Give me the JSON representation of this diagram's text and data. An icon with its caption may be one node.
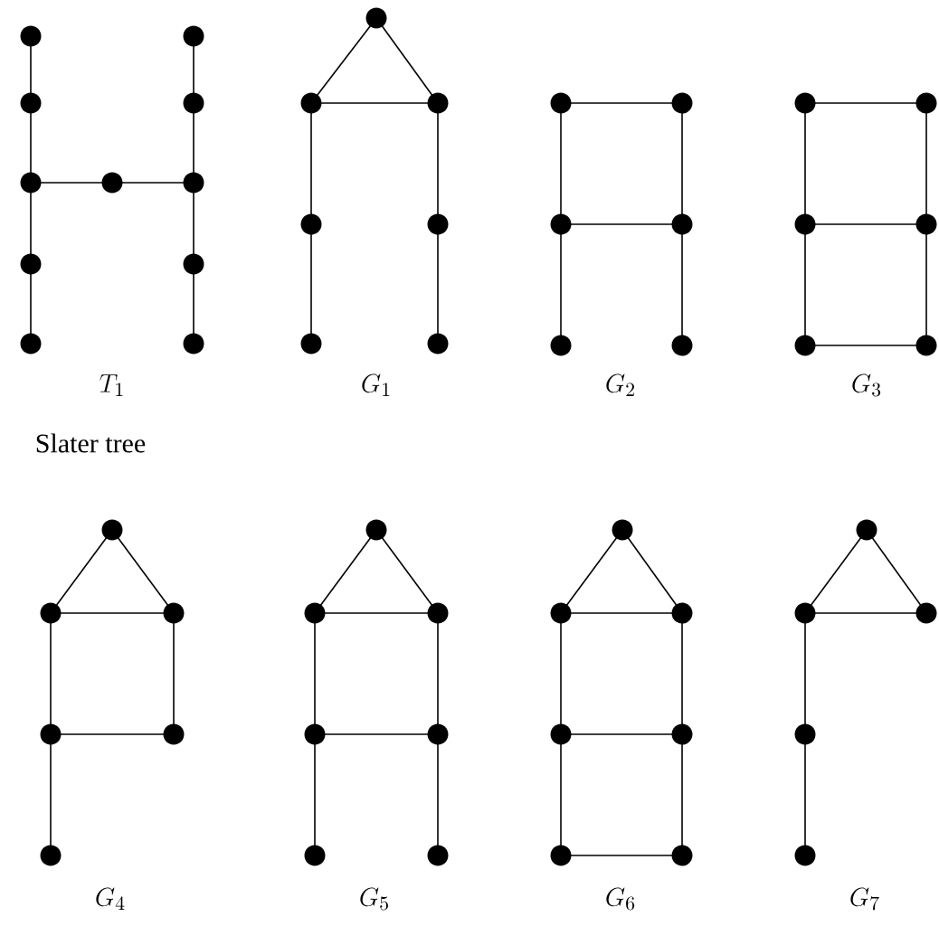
{
  "diagram": {
    "nodes": [
      {
        "text": [],
        "shape": "circle"
      },
      {
        "text": [],
        "shape": "circle"
      },
      {
        "text": [],
        "shape": "circle"
      },
      {
        "text": [],
        "shape": "circle"
      },
      {
        "text": [],
        "shape": "circle"
      },
      {
        "text": [],
        "shape": "circle"
      },
      {
        "text": [],
        "shape": "circle"
      },
      {
        "text": [],
        "shape": "circle"
      },
      {
        "text": [],
        "shape": "circle"
      },
      {
        "text": [],
        "shape": "circle"
      },
      {
        "text": [],
        "shape": "circle"
      },
      {
        "text": [],
        "shape": "circle"
      },
      {
        "text": [],
        "shape": "circle"
      },
      {
        "text": [],
        "shape": "circle"
      },
      {
        "text": [],
        "shape": "circle"
      },
      {
        "text": [],
        "shape": "circle"
      },
      {
        "text": [],
        "shape": "circle"
      },
      {
        "text": [],
        "shape": "circle"
      },
      {
        "text": [],
        "shape": "circle"
      },
      {
        "text": [],
        "shape": "circle"
      },
      {
        "text": [],
        "shape": "circle"
      },
      {
        "text": [],
        "shape": "circle"
      },
      {
        "text": [],
        "shape": "circle"
      },
      {
        "text": [],
        "shape": "circle"
      },
      {
        "text": [],
        "shape": "circle"
      },
      {
        "text": [],
        "shape": "circle"
      },
      {
        "text": [],
        "shape": "circle"
      },
      {
        "text": [],
        "shape": "circle"
      },
      {
        "text": [],
        "shape": "circle"
      },
      {
        "text": [],
        "shape": "circle"
      },
      {
        "text": [],
        "shape": "circle"
      },
      {
        "text": [],
        "shape": "circle"
      },
      {
        "text": [],
        "shape": "circle"
      },
      {
        "text": [],
        "shape": "circle"
      },
      {
        "text": [],
        "shape": "circle"
      },
      {
        "text": [],
        "shape": "circle"
      },
      {
        "text": [],
        "shape": "circle"
      },
      {
        "text": [],
        "shape": "circle"
      },
      {
        "text": [],
        "shape": "circle"
      },
      {
        "text": [],
        "shape": "circle"
      },
      {
        "text": [],
        "shape": "circle"
      },
      {
        "text": [],
        "shape": "circle"
      },
      {
        "text": [],
        "shape": "circle"
      },
      {
        "text": [],
        "shape": "circle"
      },
      {
        "text": [],
        "shape": "circle"
      },
      {
        "text": [],
        "shape": "circle"
      },
      {
        "text": [],
        "shape": "circle"
      },
      {
        "text": [],
        "shape": "circle"
      },
      {
        "text": [],
        "shape": "circle"
      },
      {
        "text": [],
        "shape": "circle"
      },
      {
        "text": [],
        "shape": "circle"
      },
      {
        "text": [],
        "shape": "circle"
      },
      {
        "text": [],
        "shape": "circle"
      },
      {
        "text": [],
        "shape": "circle"
      },
      {
        "text": [],
        "shape": "circle"
      }
    ],
    "edges": [
      {
        "from": 0,
        "to": 1,
        "arrow": "none"
      },
      {
        "from": 1,
        "to": 2,
        "arrow": "none"
      },
      {
        "from": 2,
        "to": 3,
        "arrow": "none"
      },
      {
        "from": 3,
        "to": 4,
        "arrow": "none"
      },
      {
        "from": 5,
        "to": 6,
        "arrow": "none"
      },
      {
        "from": 6,
        "to": 7,
        "arrow": "none"
      },
      {
        "from": 7,
        "to": 8,
        "arrow": "none"
      },
      {
        "from": 8,
        "to": 9,
        "arrow": "none"
      },
      {
        "from": 2,
        "to": 10,
        "arrow": "none"
      },
      {
        "from": 10,
        "to": 7,
        "arrow": "none"
      },
      {
        "from": 11,
        "to": 12,
        "arrow": "none"
      },
      {
        "from": 11,
        "to": 13,
        "arrow": "none"
      },
      {
        "from": 12,
        "to": 13,
        "arrow": "none"
      },
      {
        "from": 12,
        "to": 14,
        "arrow": "none"
      },
      {
        "from": 14,
        "to": 16,
        "arrow": "none"
      },
      {
        "from": 13,
        "to": 15,
        "arrow": "none"
      },
      {
        "from": 15,
        "to": 17,
        "arrow": "none"
      },
      {
        "from": 18,
        "to": 19,
        "arrow": "none"
      },
      {
        "from": 18,
        "to": 20,
        "arrow": "none"
      },
      {
        "from": 19,
        "to": 21,
        "arrow": "none"
      },
      {
        "from": 20,
        "to": 21,
        "arrow": "none"
      },
      {
        "from": 20,
        "to": 22,
        "arrow": "none"
      },
      {
        "from": 21,
        "to": 23,
        "arrow": "none"
      },
      {
        "from": 24,
        "to": 25,
        "arrow": "none"
      },
      {
        "from": 24,
        "to": 26,
        "arrow": "none"
      },
      {
        "from": 25,
        "to": 27,
        "arrow": "none"
      },
      {
        "from": 26,
        "to": 27,
        "arrow": "none"
      },
      {
        "from": 26,
        "to": 28,
        "arrow": "none"
      },
      {
        "from": 27,
        "to": 29,
        "arrow": "none"
      },
      {
        "from": 28,
        "to": 29,
        "arrow": "none"
      },
      {
        "from": 30,
        "to": 31,
        "arrow": "none"
      },
      {
        "from": 30,
        "to": 32,
        "arrow": "none"
      },
      {
        "from": 31,
        "to": 32,
        "arrow": "none"
      },
      {
        "from": 31,
        "to": 33,
        "arrow": "none"
      },
      {
        "from": 32,
        "to": 34,
        "arrow": "none"
      },
      {
        "from": 33,
        "to": 34,
        "arrow": "none"
      },
      {
        "from": 33,
        "to": 35,
        "arrow": "none"
      },
      {
        "from": 36,
        "to": 37,
        "arrow": "none"
      },
      {
        "from": 36,
        "to": 38,
        "arrow": "none"
      },
      {
        "from": 37,
        "to": 38,
        "arrow": "none"
      },
      {
        "from": 37,
        "to": 39,
        "arrow": "none"
      },
      {
        "from": 38,
        "to": 40,
        "arrow": "none"
      },
      {
        "from": 39,
        "to": 40,
        "arrow": "none"
      },
      {
        "from": 39,
        "to": 41,
        "arrow": "none"
      },
      {
        "from": 40,
        "to": 42,
        "arrow": "none"
      },
      {
        "from": 43,
        "to": 44,
        "arrow": "none"
      },
      {
        "from": 43,
        "to": 45,
        "arrow": "none"
      },
      {
        "from": 44,
        "to": 45,
        "arrow": "none"
      },
      {
        "from": 44,
        "to": 46,
        "arrow": "none"
      },
      {
        "from": 45,
        "to": 47,
        "arrow": "none"
      },
      {
        "from": 46,
        "to": 47,
        "arrow": "none"
      },
      {
        "from": 46,
        "to": 48,
        "arrow": "none"
      },
      {
        "from": 47,
        "to": 49,
        "arrow": "none"
      },
      {
        "from": 48,
        "to": 49,
        "arrow": "none"
      },
      {
        "from": 50,
        "to": 51,
        "arrow": "none"
      },
      {
        "from": 50,
        "to": 52,
        "arrow": "none"
      },
      {
        "from": 51,
        "to": 52,
        "arrow": "none"
      },
      {
        "from": 51,
        "to": 53,
        "arrow": "none"
      },
      {
        "from": 53,
        "to": 54,
        "arrow": "none"
      }
    ],
    "labels": [
      "T_1",
      "G_1",
      "G_2",
      "G_3",
      "Slater tree",
      "G_4",
      "G_5",
      "G_6",
      "G_7"
    ]
  }
}
